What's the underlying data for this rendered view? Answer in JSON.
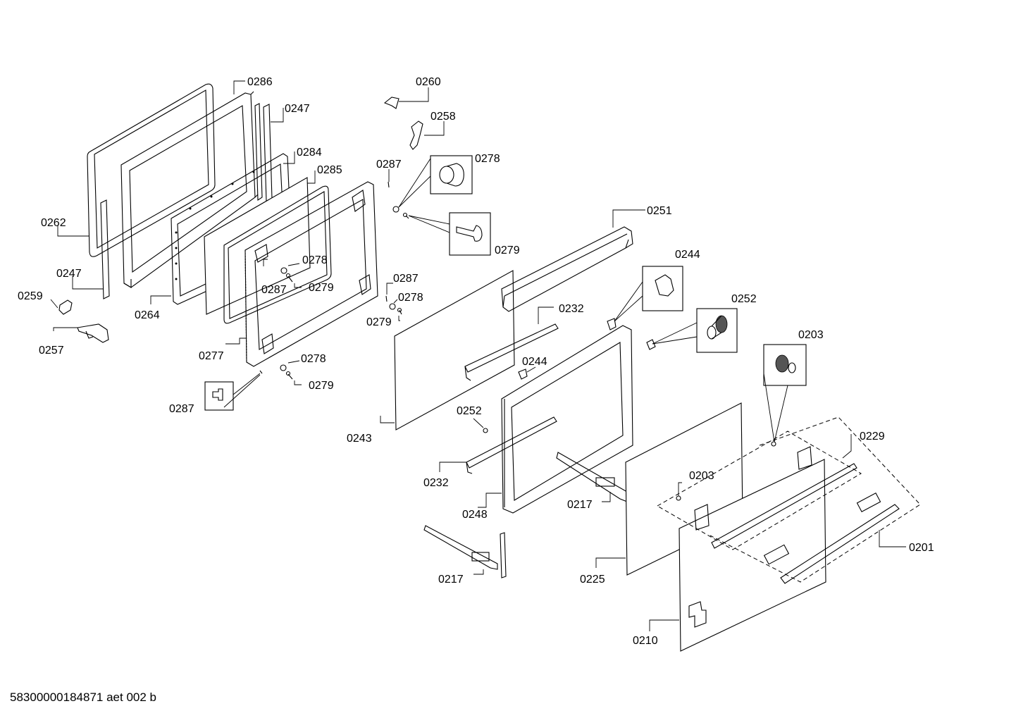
{
  "footer_code": "58300000184871 aet 002 b",
  "part_labels": [
    {
      "id": "lbl-0286",
      "text": "0286"
    },
    {
      "id": "lbl-0247a",
      "text": "0247"
    },
    {
      "id": "lbl-0284",
      "text": "0284"
    },
    {
      "id": "lbl-0285",
      "text": "0285"
    },
    {
      "id": "lbl-0262",
      "text": "0262"
    },
    {
      "id": "lbl-0247b",
      "text": "0247"
    },
    {
      "id": "lbl-0259",
      "text": "0259"
    },
    {
      "id": "lbl-0257",
      "text": "0257"
    },
    {
      "id": "lbl-0264",
      "text": "0264"
    },
    {
      "id": "lbl-0277",
      "text": "0277"
    },
    {
      "id": "lbl-0278a",
      "text": "0278"
    },
    {
      "id": "lbl-0287a",
      "text": "0287"
    },
    {
      "id": "lbl-0279a",
      "text": "0279"
    },
    {
      "id": "lbl-0278b",
      "text": "0278"
    },
    {
      "id": "lbl-0279b",
      "text": "0279"
    },
    {
      "id": "lbl-0287b",
      "text": "0287"
    },
    {
      "id": "lbl-0260",
      "text": "0260"
    },
    {
      "id": "lbl-0258",
      "text": "0258"
    },
    {
      "id": "lbl-0287c",
      "text": "0287"
    },
    {
      "id": "lbl-0278c",
      "text": "0278"
    },
    {
      "id": "lbl-0279c",
      "text": "0279"
    },
    {
      "id": "lbl-0287d",
      "text": "0287"
    },
    {
      "id": "lbl-0278d",
      "text": "0278"
    },
    {
      "id": "lbl-0279d",
      "text": "0279"
    },
    {
      "id": "lbl-0243",
      "text": "0243"
    },
    {
      "id": "lbl-0251",
      "text": "0251"
    },
    {
      "id": "lbl-0244a",
      "text": "0244"
    },
    {
      "id": "lbl-0232a",
      "text": "0232"
    },
    {
      "id": "lbl-0244b",
      "text": "0244"
    },
    {
      "id": "lbl-0252a",
      "text": "0252"
    },
    {
      "id": "lbl-0252b",
      "text": "0252"
    },
    {
      "id": "lbl-0232b",
      "text": "0232"
    },
    {
      "id": "lbl-0248",
      "text": "0248"
    },
    {
      "id": "lbl-0217a",
      "text": "0217"
    },
    {
      "id": "lbl-0217b",
      "text": "0217"
    },
    {
      "id": "lbl-0203a",
      "text": "0203"
    },
    {
      "id": "lbl-0229",
      "text": "0229"
    },
    {
      "id": "lbl-0203b",
      "text": "0203"
    },
    {
      "id": "lbl-0201",
      "text": "0201"
    },
    {
      "id": "lbl-0225",
      "text": "0225"
    },
    {
      "id": "lbl-0210",
      "text": "0210"
    }
  ]
}
